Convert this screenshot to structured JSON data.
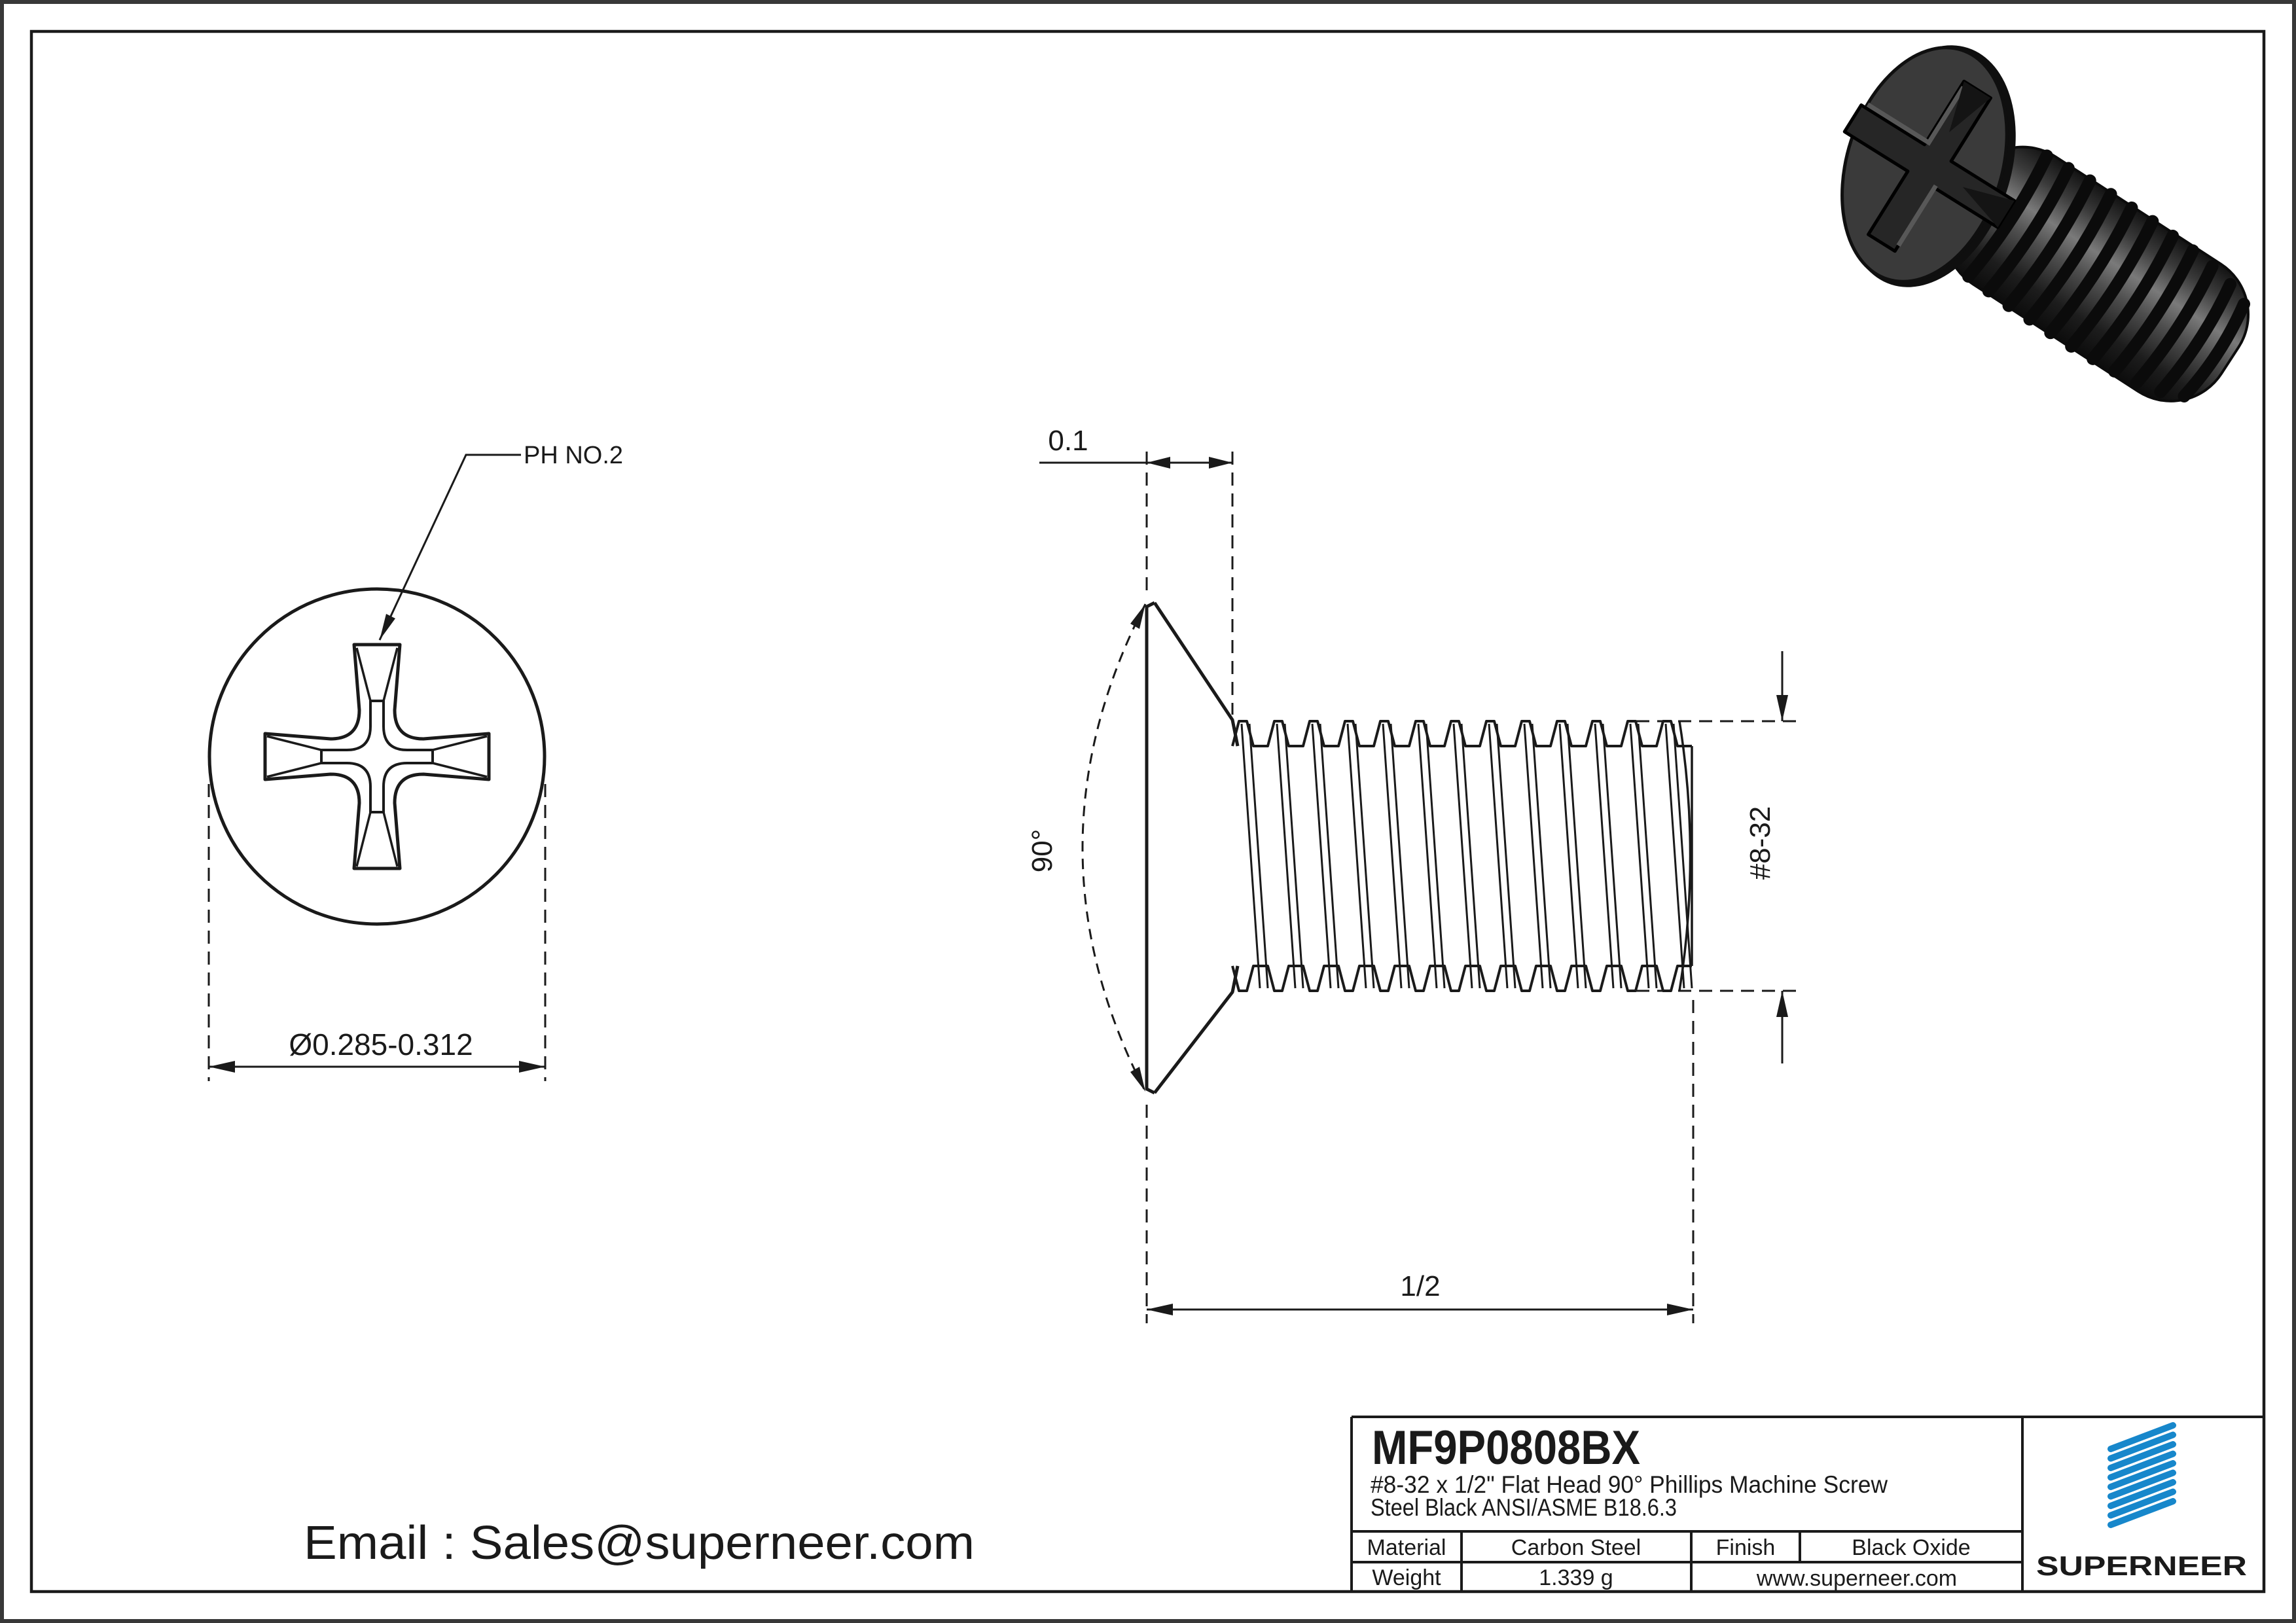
{
  "front_view": {
    "recess_callout": "PH NO.2",
    "head_diameter": "Ø0.285-0.312"
  },
  "side_view": {
    "head_height": "0.1",
    "countersink_angle": "90°",
    "thread_size": "#8-32",
    "length": "1/2"
  },
  "title_block": {
    "part_number": "MF9P0808BX",
    "description_line1": "#8-32 x 1/2\" Flat Head 90°  Phillips Machine Screw",
    "description_line2": "Steel Black ANSI/ASME B18.6.3",
    "material_label": "Material",
    "material_value": "Carbon Steel",
    "finish_label": "Finish",
    "finish_value": "Black Oxide",
    "weight_label": "Weight",
    "weight_value": "1.339 g",
    "website": "www.superneer.com",
    "brand": "SUPERNEER",
    "brand_color": "#1787cb"
  },
  "footer": {
    "email": "Email : Sales@superneer.com"
  },
  "colors": {
    "line_black": "#1a1a1a",
    "accent_blue": "#1787cb",
    "screw_body": "#3a3a3a"
  }
}
